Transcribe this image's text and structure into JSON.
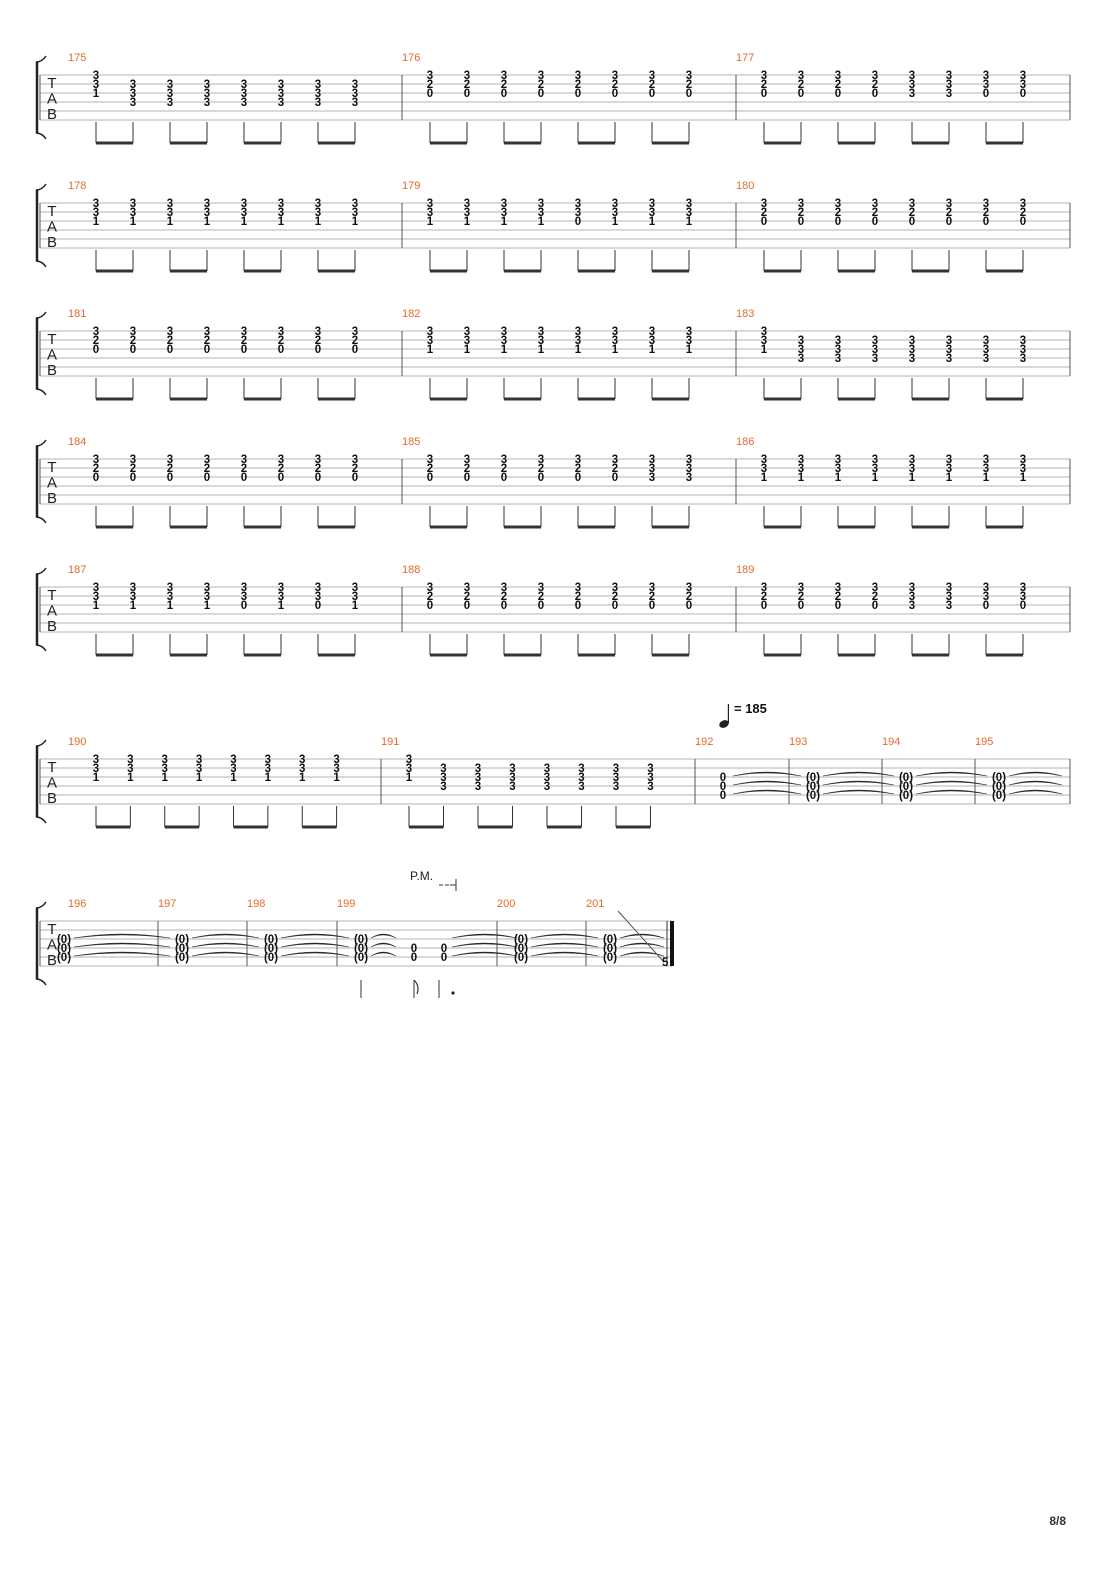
{
  "page": {
    "number": "8/8"
  },
  "tab_clef": [
    "T",
    "A",
    "B"
  ],
  "tempo": {
    "value": "= 185",
    "at_measure": "192"
  },
  "palm_mute": {
    "label": "P.M.",
    "at_measure": "199"
  },
  "chords": {
    "A": [
      "3",
      "3",
      "1",
      "",
      "",
      ""
    ],
    "B": [
      "",
      "3",
      "3",
      "3",
      "",
      ""
    ],
    "C": [
      "3",
      "2",
      "0",
      "",
      "",
      ""
    ],
    "D": [
      "3",
      "3",
      "0",
      "",
      "",
      ""
    ],
    "E": [
      "3",
      "3",
      "3",
      "",
      "",
      ""
    ],
    "H": [
      "",
      "",
      "0",
      "0",
      "0",
      ""
    ],
    "T": [
      "",
      "",
      "(0)",
      "(0)",
      "(0)",
      ""
    ]
  },
  "systems": [
    {
      "measures": [
        {
          "number": "175",
          "beats": [
            "A",
            "B",
            "B",
            "B",
            "B",
            "B",
            "B",
            "B"
          ]
        },
        {
          "number": "176",
          "beats": [
            "C",
            "C",
            "C",
            "C",
            "C",
            "C",
            "C",
            "C"
          ]
        },
        {
          "number": "177",
          "beats": [
            "C",
            "C",
            "C",
            "C",
            "E",
            "E",
            "D",
            "D"
          ]
        }
      ]
    },
    {
      "measures": [
        {
          "number": "178",
          "beats": [
            "A",
            "A",
            "A",
            "A",
            "A",
            "A",
            "A",
            "A"
          ]
        },
        {
          "number": "179",
          "beats": [
            "A",
            "A",
            "A",
            "A",
            "D",
            "A",
            "A",
            "A"
          ]
        },
        {
          "number": "180",
          "beats": [
            "C",
            "C",
            "C",
            "C",
            "C",
            "C",
            "C",
            "C"
          ]
        }
      ]
    },
    {
      "measures": [
        {
          "number": "181",
          "beats": [
            "C",
            "C",
            "C",
            "C",
            "C",
            "C",
            "C",
            "C"
          ]
        },
        {
          "number": "182",
          "beats": [
            "A",
            "A",
            "A",
            "A",
            "A",
            "A",
            "A",
            "A"
          ]
        },
        {
          "number": "183",
          "beats": [
            "A",
            "B",
            "B",
            "B",
            "B",
            "B",
            "B",
            "B"
          ]
        }
      ]
    },
    {
      "measures": [
        {
          "number": "184",
          "beats": [
            "C",
            "C",
            "C",
            "C",
            "C",
            "C",
            "C",
            "C"
          ]
        },
        {
          "number": "185",
          "beats": [
            "C",
            "C",
            "C",
            "C",
            "C",
            "C",
            "E",
            "E"
          ]
        },
        {
          "number": "186",
          "beats": [
            "A",
            "A",
            "A",
            "A",
            "A",
            "A",
            "A",
            "A"
          ]
        }
      ]
    },
    {
      "measures": [
        {
          "number": "187",
          "beats": [
            "A",
            "A",
            "A",
            "A",
            "D",
            "A",
            "D",
            "A"
          ]
        },
        {
          "number": "188",
          "beats": [
            "C",
            "C",
            "C",
            "C",
            "C",
            "C",
            "C",
            "C"
          ]
        },
        {
          "number": "189",
          "beats": [
            "C",
            "C",
            "C",
            "C",
            "E",
            "E",
            "D",
            "D"
          ]
        }
      ]
    },
    {
      "measures": [
        {
          "number": "190",
          "beats": [
            "A",
            "A",
            "A",
            "A",
            "A",
            "A",
            "A",
            "A"
          ]
        },
        {
          "number": "191",
          "beats": [
            "A",
            "B",
            "B",
            "B",
            "B",
            "B",
            "B",
            "B"
          ]
        },
        {
          "number": "192",
          "beats": [
            "H"
          ]
        },
        {
          "number": "193",
          "beats": [
            "T"
          ]
        },
        {
          "number": "194",
          "beats": [
            "T"
          ]
        },
        {
          "number": "195",
          "beats": [
            "T"
          ]
        }
      ]
    },
    {
      "measures": [
        {
          "number": "196",
          "beats": [
            "T"
          ]
        },
        {
          "number": "197",
          "beats": [
            "T"
          ]
        },
        {
          "number": "198",
          "beats": [
            "T"
          ]
        },
        {
          "number": "199",
          "beats": [
            "T"
          ]
        },
        {
          "number": "",
          "beats": [
            "0",
            "0"
          ]
        },
        {
          "number": "200",
          "beats": [
            "T"
          ]
        },
        {
          "number": "201",
          "beats": [
            "T"
          ]
        }
      ]
    }
  ],
  "final_note": {
    "fret": "5",
    "string": 5
  }
}
